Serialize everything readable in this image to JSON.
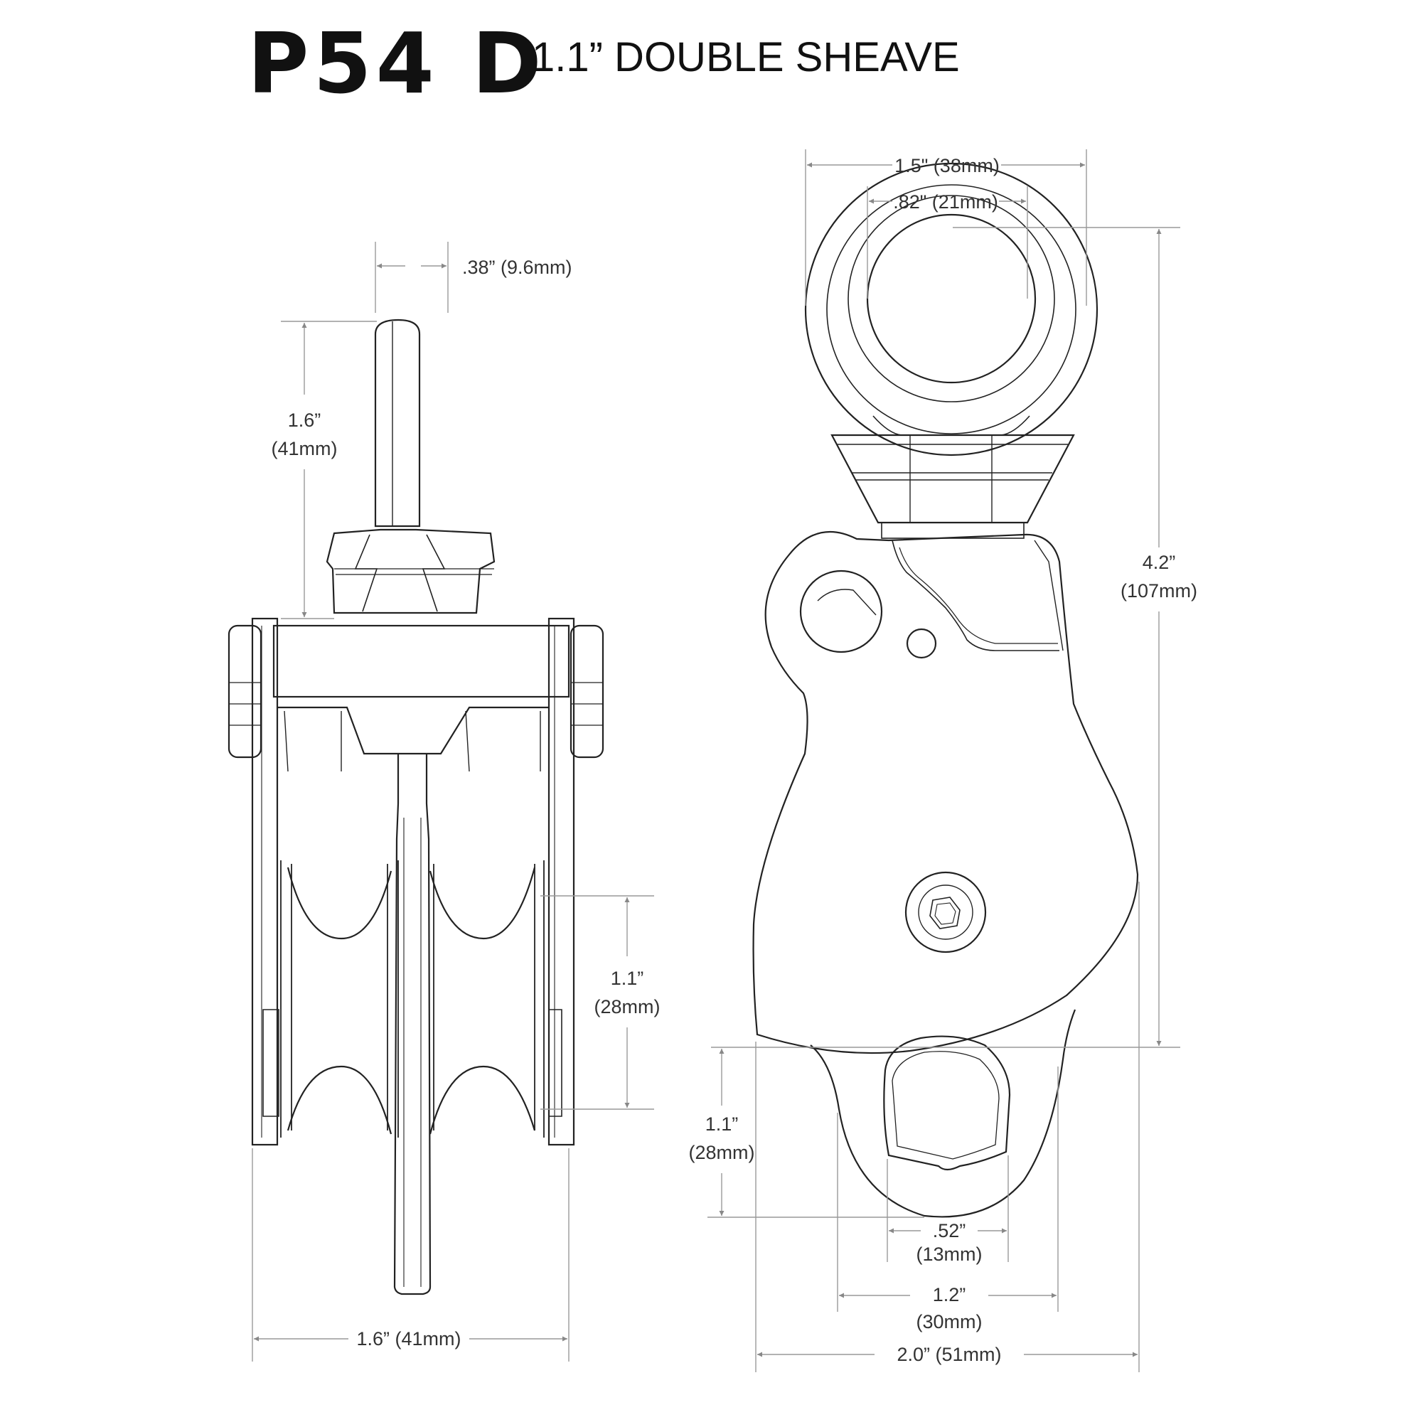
{
  "title": {
    "code": "P54 D",
    "description": "1.1” DOUBLE SHEAVE"
  },
  "dimensions": {
    "shackle_width": ".38” (9.6mm)",
    "shackle_height_in": "1.6”",
    "shackle_height_mm": "(41mm)",
    "sheave_dia_side_in": "1.1”",
    "sheave_dia_side_mm": "(28mm)",
    "body_width_side": "1.6” (41mm)",
    "swivel_outer": "1.5\" (38mm)",
    "swivel_inner": ".82\" (21mm)",
    "total_height_in": "4.2”",
    "total_height_mm": "(107mm)",
    "becket_height_in": "1.1”",
    "becket_height_mm": "(28mm)",
    "becket_hole_in": ".52”",
    "becket_hole_mm": "(13mm)",
    "becket_width_in": "1.2”",
    "becket_width_mm": "(30mm)",
    "overall_width": "2.0” (51mm)"
  }
}
